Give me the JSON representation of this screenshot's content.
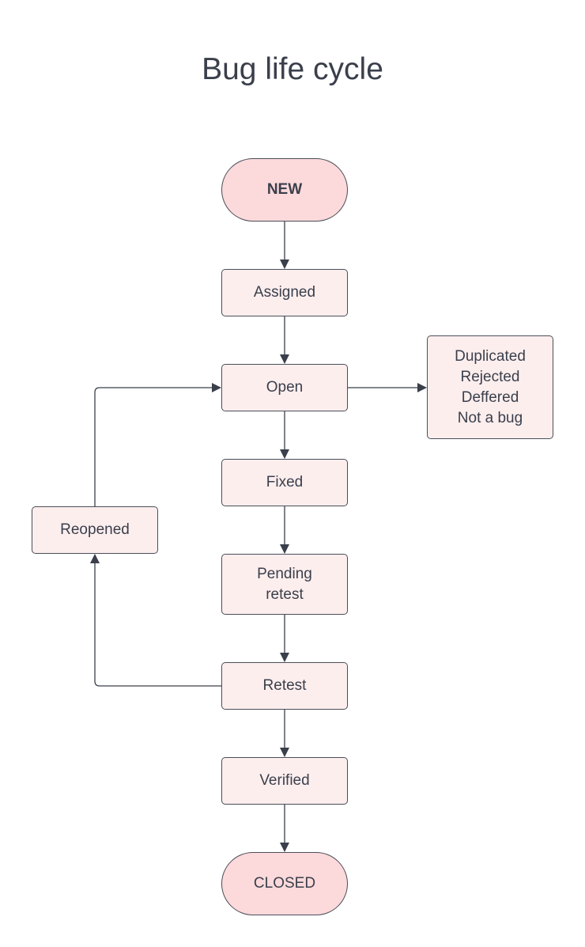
{
  "title": "Bug life cycle",
  "nodes": {
    "new": "NEW",
    "assigned": "Assigned",
    "open": "Open",
    "fixed": "Fixed",
    "pending_retest": [
      "Pending",
      "retest"
    ],
    "retest": "Retest",
    "verified": "Verified",
    "closed": "CLOSED",
    "reopened": "Reopened",
    "side": [
      "Duplicated",
      "Rejected",
      "Deffered",
      "Not a bug"
    ]
  },
  "colors": {
    "terminal_fill": "#fcd9db",
    "process_fill": "#fdeeee",
    "stroke": "#4a4e58",
    "text": "#3a3f4b"
  }
}
